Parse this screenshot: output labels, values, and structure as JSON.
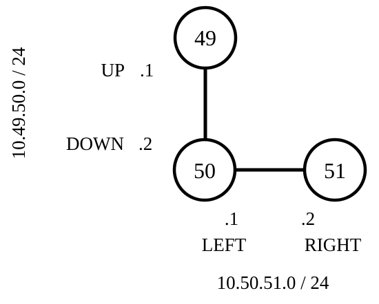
{
  "colors": {
    "stroke": "#000000",
    "node_fill": "#ffffff",
    "background": "#ffffff"
  },
  "nodes": {
    "n49": {
      "label": "49"
    },
    "n50": {
      "label": "50"
    },
    "n51": {
      "label": "51"
    }
  },
  "interfaces": {
    "up_name": "UP",
    "up_addr": ".1",
    "down_name": "DOWN",
    "down_addr": ".2",
    "left_name": "LEFT",
    "left_addr": ".1",
    "right_name": "RIGHT",
    "right_addr": ".2"
  },
  "networks": {
    "vertical_subnet": "10.49.50.0 / 24",
    "horizontal_subnet": "10.50.51.0 / 24"
  }
}
